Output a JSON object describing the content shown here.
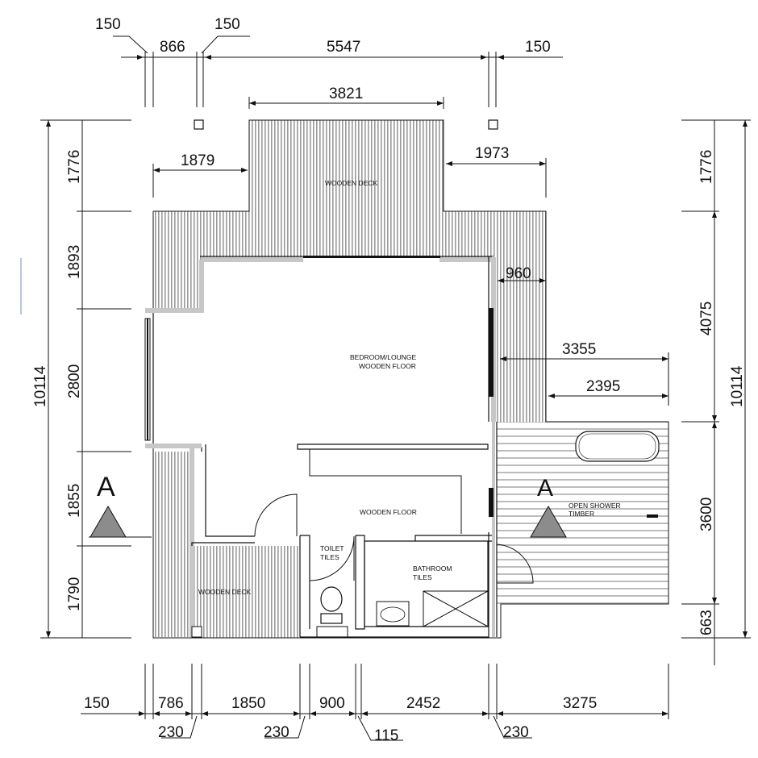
{
  "top_dims": {
    "d150a": "150",
    "d866": "866",
    "d150b": "150",
    "d5547": "5547",
    "d150c": "150",
    "d3821": "3821",
    "d1879": "1879",
    "d1973": "1973"
  },
  "right_dims": {
    "d960": "960",
    "d3355": "3355",
    "d2395": "2395"
  },
  "left_dims": {
    "total": "10114",
    "d1776": "1776",
    "d1893": "1893",
    "d2800": "2800",
    "d1855": "1855",
    "d1790": "1790"
  },
  "far_right_dims": {
    "d1776": "1776",
    "d4075": "4075",
    "total": "10114",
    "d3600": "3600",
    "d663": "663"
  },
  "bottom_dims": {
    "d150": "150",
    "d786": "786",
    "d1850": "1850",
    "d900": "900",
    "d2452": "2452",
    "d3275": "3275",
    "d230a": "230",
    "d230b": "230",
    "d115": "115",
    "d230c": "230"
  },
  "rooms": {
    "wooden_deck_top": "WOODEN DECK",
    "bedroom_1": "BEDROOM/LOUNGE",
    "bedroom_2": "WOODEN FLOOR",
    "wooden_floor": "WOODEN FLOOR",
    "toilet_1": "TOILET",
    "toilet_2": "TILES",
    "bathroom_1": "BATHROOM",
    "bathroom_2": "TILES",
    "shower_1": "OPEN SHOWER",
    "shower_2": "TIMBER",
    "wooden_deck_bottom": "WOODEN DECK"
  },
  "section_marks": {
    "left": "A",
    "right": "A"
  }
}
